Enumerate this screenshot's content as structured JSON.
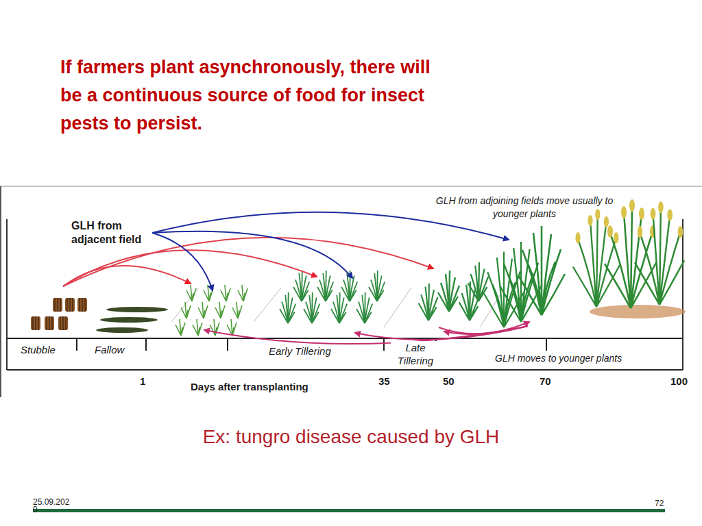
{
  "diagram": {
    "title": "If farmers plant asynchronously, there will be a continuous source of food for insect pests to persist.",
    "caption": "Ex: tungro disease caused by GLH",
    "labels": [
      "GLH from adjoining fields move usually to younger plants",
      "GLH from adjacent field",
      "Stubble",
      "Fallow",
      "Early Tillering",
      "Late Tillering",
      "GLH moves to younger plants",
      "1",
      "Days after transplanting",
      "35",
      "50",
      "70",
      "100",
      "25.09.2020",
      "72"
    ]
  }
}
